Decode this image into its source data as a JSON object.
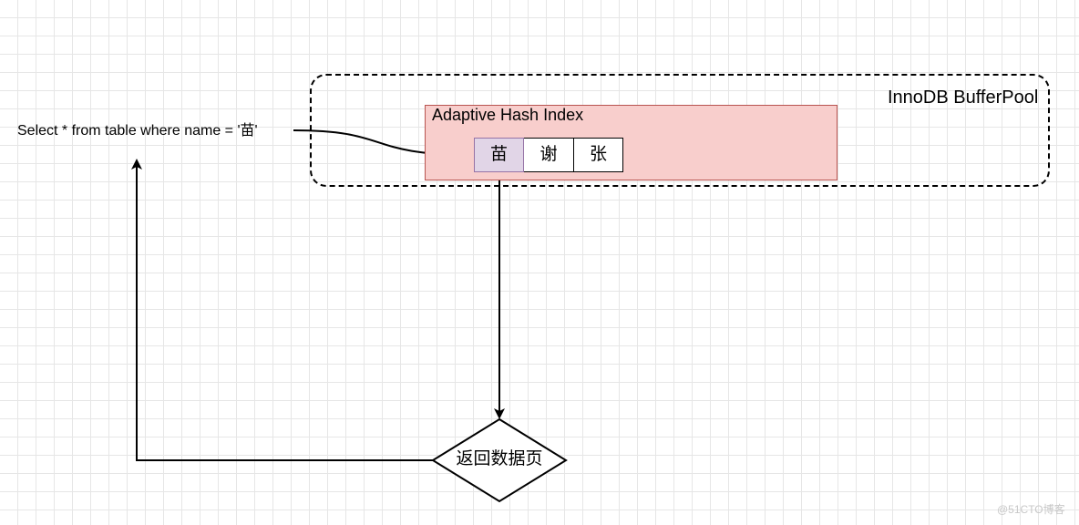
{
  "buffer_pool": {
    "title": "InnoDB BufferPool"
  },
  "adaptive_hash_index": {
    "title": "Adaptive Hash Index",
    "entries": [
      "苗",
      "谢",
      "张"
    ]
  },
  "query": {
    "text": "Select * from table where name = '苗'"
  },
  "result": {
    "label": "返回数据页"
  },
  "watermark": {
    "text": "@51CTO博客"
  },
  "colors": {
    "grid": "#e6e6e6",
    "ahi_fill": "#f8cecc",
    "ahi_border": "#b85450",
    "highlight_fill": "#e1d5e7",
    "highlight_border": "#9673a6",
    "line": "#000000"
  }
}
